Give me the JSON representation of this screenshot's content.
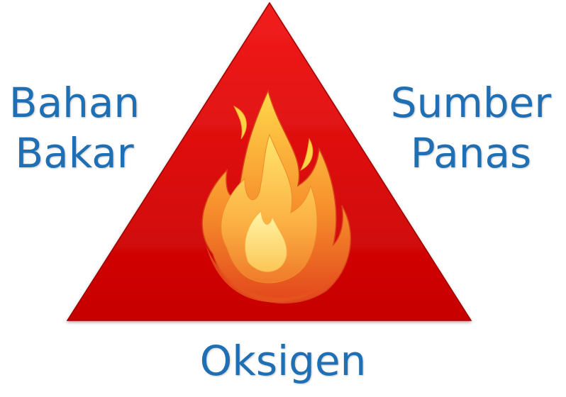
{
  "colors": {
    "label_text": "#1f6fb5",
    "triangle_fill_top": "#f01818",
    "triangle_fill_bottom": "#c90000",
    "triangle_edge": "#b30000",
    "flame_core": "#fff27a",
    "flame_mid": "#f9a23b",
    "flame_outer": "#e84a1a"
  },
  "labels": {
    "left": {
      "line1": "Bahan",
      "line2": "Bakar"
    },
    "right": {
      "line1": "Sumber",
      "line2": "Panas"
    },
    "bottom": "Oksigen"
  },
  "icons": {
    "center": "flame-icon",
    "shape": "fire-triangle"
  }
}
